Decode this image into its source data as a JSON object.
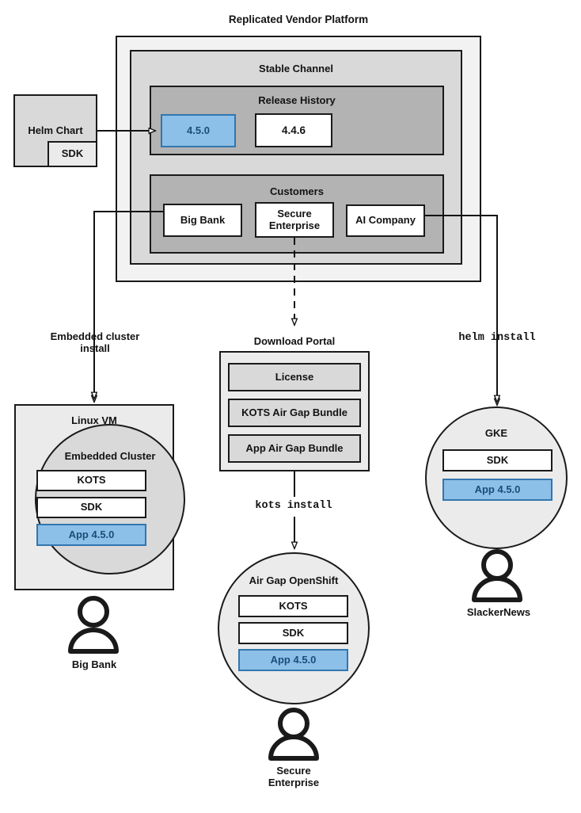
{
  "diagram": {
    "title": "Replicated Vendor Platform",
    "platform": {
      "channel_title": "Stable Channel",
      "release_history_title": "Release History",
      "releases": [
        {
          "version": "4.5.0",
          "highlight": true
        },
        {
          "version": "4.4.6",
          "highlight": false
        }
      ],
      "customers_title": "Customers",
      "customers": [
        {
          "name": "Big Bank"
        },
        {
          "name": "Secure\nEnterprise"
        },
        {
          "name": "AI Company"
        }
      ]
    },
    "helm_chart": {
      "title": "Helm Chart",
      "sdk_label": "SDK"
    },
    "edges": [
      {
        "label": "Embedded cluster\ninstall",
        "style": "plain"
      },
      {
        "label": "kots install",
        "style": "mono"
      },
      {
        "label": "helm install",
        "style": "mono"
      }
    ],
    "linux_vm": {
      "title": "Linux VM",
      "cluster_title": "Embedded Cluster",
      "components": [
        {
          "label": "KOTS",
          "highlight": false
        },
        {
          "label": "SDK",
          "highlight": false
        },
        {
          "label": "App 4.5.0",
          "highlight": true
        }
      ]
    },
    "download_portal": {
      "title": "Download Portal",
      "items": [
        {
          "label": "License"
        },
        {
          "label": "KOTS Air Gap Bundle"
        },
        {
          "label": "App Air Gap Bundle"
        }
      ]
    },
    "airgap_openshift": {
      "title": "Air Gap OpenShift",
      "components": [
        {
          "label": "KOTS",
          "highlight": false
        },
        {
          "label": "SDK",
          "highlight": false
        },
        {
          "label": "App 4.5.0",
          "highlight": true
        }
      ]
    },
    "gke": {
      "title": "GKE",
      "components": [
        {
          "label": "SDK",
          "highlight": false
        },
        {
          "label": "App 4.5.0",
          "highlight": true
        }
      ]
    },
    "actors": [
      {
        "name": "Big Bank",
        "icon": "person-icon"
      },
      {
        "name": "Secure\nEnterprise",
        "icon": "person-icon"
      },
      {
        "name": "SlackerNews",
        "icon": "person-icon"
      }
    ],
    "colors": {
      "stroke": "#1a1a1a",
      "highlight_fill": "#8dc0e8",
      "highlight_border": "#3276ae",
      "highlight_text": "#1a4e7a",
      "outer_fill": "#f2f2f2",
      "mid_fill": "#d9d9d9",
      "inner_fill": "#b3b3b3"
    }
  }
}
